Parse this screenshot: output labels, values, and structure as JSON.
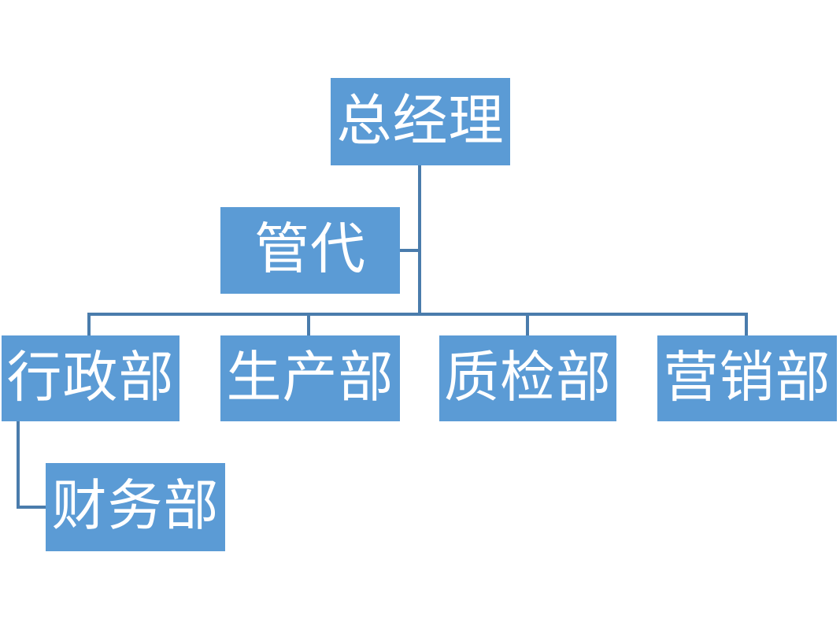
{
  "page": {
    "background": "#ffffff"
  },
  "colors": {
    "node_fill": "#5b9bd5",
    "node_text": "#ffffff",
    "connector": "#4a7cac"
  },
  "org_chart": {
    "type": "org-hierarchy",
    "nodes": [
      {
        "id": "general-manager",
        "label": "总经理",
        "level": 1,
        "reports_to": null
      },
      {
        "id": "management-rep",
        "label": "管代",
        "level": 2,
        "reports_to": "general-manager"
      },
      {
        "id": "admin-dept",
        "label": "行政部",
        "level": 3,
        "reports_to": "general-manager"
      },
      {
        "id": "production-dept",
        "label": "生产部",
        "level": 3,
        "reports_to": "general-manager"
      },
      {
        "id": "quality-dept",
        "label": "质检部",
        "level": 3,
        "reports_to": "general-manager"
      },
      {
        "id": "marketing-dept",
        "label": "营销部",
        "level": 3,
        "reports_to": "general-manager"
      },
      {
        "id": "finance-dept",
        "label": "财务部",
        "level": 4,
        "reports_to": "admin-dept"
      }
    ]
  }
}
